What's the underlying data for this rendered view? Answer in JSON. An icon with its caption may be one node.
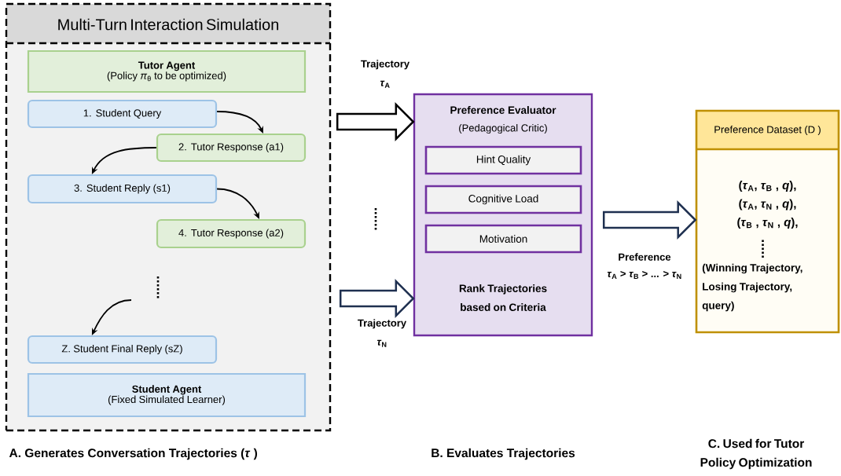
{
  "diagram": {
    "nodes": [
      {
        "text": [
          "Multi-Turn Interaction Simulation"
        ]
      },
      {
        "text": [
          "Tutor Agent",
          "(Policy *π*$_{θ}$ to be optimized)"
        ],
        "in": 0
      },
      {
        "text": [
          "1. Student Query"
        ],
        "in": 0
      },
      {
        "text": [
          "2. Tutor Response (a1)"
        ],
        "in": 0
      },
      {
        "text": [
          "3. Student Reply (s1)"
        ],
        "in": 0
      },
      {
        "text": [
          "4. Tutor Response (a2)"
        ],
        "in": 0
      },
      {
        "text": [
          "Z. Student Final Reply (sZ)"
        ],
        "in": 0
      },
      {
        "text": [
          "Student Agent",
          "(Fixed Simulated Learner)"
        ],
        "in": 0
      },
      {
        "text": [
          "Preference Evaluator",
          "(Pedagogical Critic)",
          "Rank Trajectories based on Criteria"
        ]
      },
      {
        "text": [
          "Hint Quality"
        ],
        "in": 8
      },
      {
        "text": [
          "Cognitive Load"
        ],
        "in": 8
      },
      {
        "text": [
          "Motivation"
        ],
        "in": 8
      },
      {
        "text": [
          "Preference Dataset (D )",
          "(*τ*$_{A}$, *τ*$_{B}$ , *q*),",
          "(*τ*$_{A}$, *τ*$_{N}$ , *q*),",
          "(*τ*$_{B}$ , *τ*$_{N}$ , *q*),",
          "(Winning Trajectory, Losing Trajectory, query)"
        ]
      }
    ],
    "edges": [
      {
        "from": 2,
        "to": 3,
        "arrow": "to"
      },
      {
        "from": 3,
        "to": 4,
        "arrow": "to"
      },
      {
        "from": 4,
        "to": 5,
        "arrow": "to"
      },
      {
        "from": null,
        "to": 6,
        "arrow": "to"
      },
      {
        "from": 0,
        "to": 8,
        "arrow": "to",
        "label": "Trajectory *τ*$_{A}$"
      },
      {
        "from": 0,
        "to": 8,
        "arrow": "to",
        "label": "Trajectory *τ*$_{N}$",
        "color": "#1f3050"
      },
      {
        "from": 8,
        "to": 12,
        "arrow": "to",
        "label": "Preference",
        "color": "#1f3050"
      }
    ],
    "labels": [
      "*τ*$_{A}$ > *τ*$_{B}$ > ... > *τ*$_{N}$",
      "A. Generates Conversation Trajectories (*τ* )",
      "B. Evaluates Trajectories",
      "C. Used for Tutor Policy Optimization"
    ]
  }
}
